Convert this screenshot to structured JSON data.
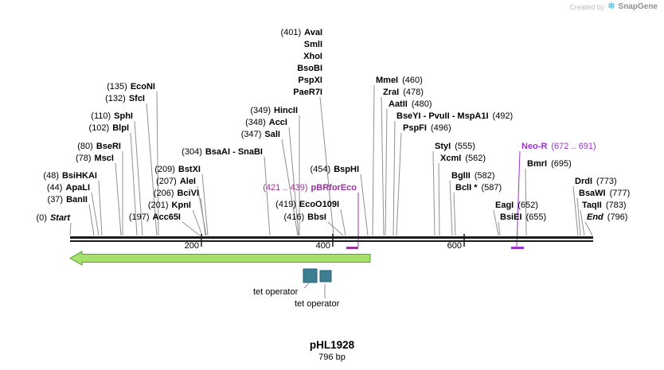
{
  "credit": {
    "created_by": "Created by",
    "brand": "SnapGene"
  },
  "plasmid": {
    "title": "pHL1928",
    "length": "796 bp"
  },
  "scale": {
    "ticks": [
      "200",
      "400",
      "600"
    ]
  },
  "colors": {
    "primer_label": "#993399",
    "feature_label": "#9933cc",
    "arrow_fill": "#a8e06e",
    "arrow_stroke": "#55a232",
    "tet_box": "#3e7e93",
    "sequence_line": "#1a1a1a",
    "leader_line": "#909090"
  },
  "features": {
    "pbrforeco": {
      "range": "(421 .. 439)",
      "name": "pBRforEco"
    },
    "neo_r": {
      "name": "Neo-R",
      "range": "(672 .. 691)"
    },
    "tet_operator_1": "tet operator",
    "tet_operator_2": "tet operator"
  },
  "sites": [
    {
      "pre": "(0)",
      "name": "Start"
    },
    {
      "pre": "(37)",
      "name": "BanII"
    },
    {
      "pre": "(44)",
      "name": "ApaLI"
    },
    {
      "pre": "(48)",
      "name": "BsiHKAI"
    },
    {
      "pre": "(78)",
      "name": "MscI"
    },
    {
      "pre": "(80)",
      "name": "BseRI"
    },
    {
      "pre": "(102)",
      "name": "BlpI"
    },
    {
      "pre": "(110)",
      "name": "SphI"
    },
    {
      "pre": "(132)",
      "name": "SfcI"
    },
    {
      "pre": "(135)",
      "name": "EcoNI"
    },
    {
      "pre": "(197)",
      "name": "Acc65I"
    },
    {
      "pre": "(201)",
      "name": "KpnI"
    },
    {
      "pre": "(206)",
      "name": "BciVI"
    },
    {
      "pre": "(207)",
      "name": "AleI"
    },
    {
      "pre": "(209)",
      "name": "BstXI"
    },
    {
      "pre": "(304)",
      "name": "BsaAI - SnaBI"
    },
    {
      "pre": "(347)",
      "name": "SalI"
    },
    {
      "pre": "(348)",
      "name": "AccI"
    },
    {
      "pre": "(349)",
      "name": "HincII"
    },
    {
      "pre": "(401)",
      "name": "AvaI"
    },
    {
      "name": "SmlI"
    },
    {
      "name": "XhoI"
    },
    {
      "name": "BsoBI"
    },
    {
      "name": "PspXI"
    },
    {
      "name": "PaeR7I"
    },
    {
      "pre": "(454)",
      "name": "BspHI"
    },
    {
      "pre": "(419)",
      "name": "EcoO109I"
    },
    {
      "pre": "(416)",
      "name": "BbsI"
    },
    {
      "name": "MmeI",
      "post": "(460)"
    },
    {
      "name": "ZraI",
      "post": "(478)"
    },
    {
      "name": "AatII",
      "post": "(480)"
    },
    {
      "name": "BseYI - PvuII - MspA1I",
      "post": "(492)"
    },
    {
      "name": "PspFI",
      "post": "(496)"
    },
    {
      "name": "StyI",
      "post": "(555)"
    },
    {
      "name": "XcmI",
      "post": "(562)"
    },
    {
      "name": "BglII",
      "post": "(582)"
    },
    {
      "name": "BclI *",
      "post": "(587)"
    },
    {
      "name": "BmrI",
      "post": "(695)"
    },
    {
      "name": "EagI",
      "post": "(652)"
    },
    {
      "name": "BsiEI",
      "post": "(655)"
    },
    {
      "name": "DrdI",
      "post": "(773)"
    },
    {
      "name": "BsaWI",
      "post": "(777)"
    },
    {
      "name": "TaqII",
      "post": "(783)"
    },
    {
      "name": "End",
      "post": "(796)"
    }
  ]
}
